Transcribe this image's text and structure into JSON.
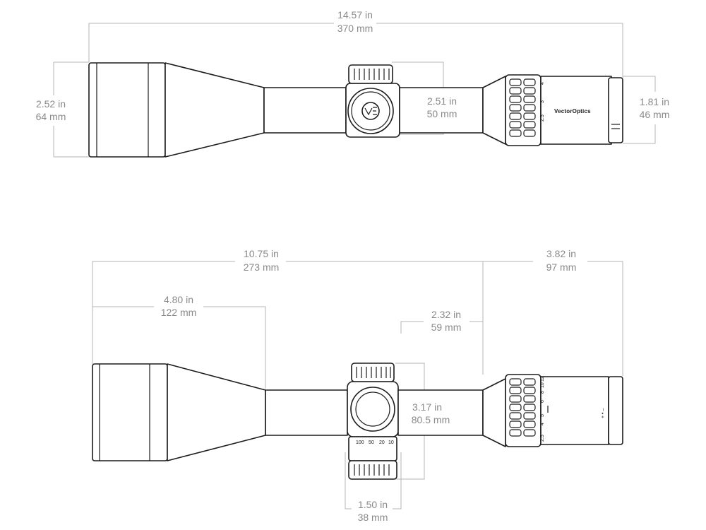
{
  "top_view": {
    "overall_length": {
      "imperial": "14.57 in",
      "metric": "370 mm"
    },
    "objective_diameter": {
      "imperial": "2.52 in",
      "metric": "64 mm"
    },
    "turret_height": {
      "imperial": "2.51 in",
      "metric": "50 mm"
    },
    "eyepiece_diameter": {
      "imperial": "1.81 in",
      "metric": "46 mm"
    },
    "brand_text": "VectorOptics",
    "mag_marks": [
      "2.5",
      "3",
      "4"
    ]
  },
  "side_view": {
    "objective_to_turret": {
      "imperial": "10.75 in",
      "metric": "273 mm"
    },
    "eye_relief_section": {
      "imperial": "3.82 in",
      "metric": "97 mm"
    },
    "objective_bell": {
      "imperial": "4.80 in",
      "metric": "122 mm"
    },
    "turret_to_eyepiece": {
      "imperial": "2.32 in",
      "metric": "59 mm"
    },
    "turret_total_height": {
      "imperial": "3.17 in",
      "metric": "80.5 mm"
    },
    "turret_width": {
      "imperial": "1.50 in",
      "metric": "38 mm"
    },
    "mag_marks": [
      "2.5",
      "4",
      "5",
      "6",
      "8",
      "10",
      "12"
    ],
    "diopter_marks": "+ • –"
  },
  "colors": {
    "outline": "#1c1c1c",
    "dimension_line": "#b4b4b4",
    "label": "#8a8a8a"
  }
}
